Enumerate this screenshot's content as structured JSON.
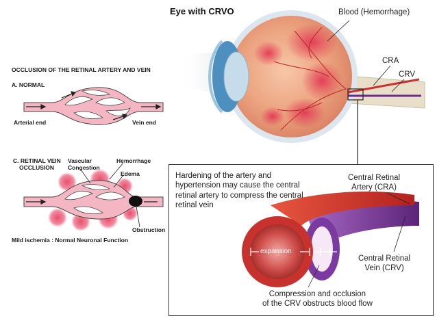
{
  "eye": {
    "title": "Eye with CRVO",
    "blood_label": "Blood (Hemorrhage)",
    "cra_label": "CRA",
    "crv_label": "CRV"
  },
  "left_panel": {
    "title": "OCCLUSION OF THE RETINAL ARTERY AND VEIN",
    "normal_heading": "A. NORMAL",
    "arterial_end": "Arterial end",
    "vein_end": "Vein end",
    "rvo_heading_line1": "C. RETINAL VEIN",
    "rvo_heading_line2": "OCCLUSION",
    "vascular_line1": "Vascular",
    "vascular_line2": "Congestion",
    "hemorrhage": "Hemorrhage",
    "edema": "Edema",
    "obstruction": "Obstruction",
    "footer": "Mild ischemia : Normal Neuronal Function"
  },
  "detail_box": {
    "description": "Hardening of the artery and hypertension may cause the central retinal artery to compress the central retinal vein",
    "cra_line1": "Central Retinal",
    "cra_line2": "Artery (CRA)",
    "crv_line1": "Central Retinal",
    "crv_line2": "Vein (CRV)",
    "expansion": "expansion",
    "caption_line1": "Compression and occlusion",
    "caption_line2": "of the CRV obstructs blood flow"
  },
  "colors": {
    "artery": "#c8322e",
    "vein": "#6a2c8c",
    "vessel_pink": "#f4b6c2",
    "hemorrhage": "#e8506a"
  }
}
